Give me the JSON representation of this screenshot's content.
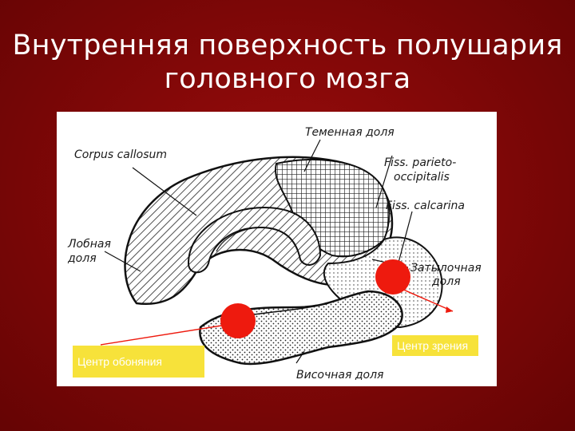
{
  "slide": {
    "title_line1": "Внутренняя поверхность полушария",
    "title_line2": "головного мозга"
  },
  "figure": {
    "labels": {
      "corpus_callosum": "Corpus callosum",
      "parietal_lobe": "Теменная доля",
      "fiss_parieto_1": "Fiss. parieto-",
      "fiss_parieto_2": "occipitalis",
      "fiss_calcarina": "Fiss. calcarina",
      "frontal_lobe_1": "Лобная",
      "frontal_lobe_2": "доля",
      "occipital_lobe_1": "Затылочная",
      "occipital_lobe_2": "доля",
      "temporal_lobe": "Височная доля"
    }
  },
  "callouts": {
    "smell_center": "Центр обоняния",
    "vision_center": "Центр зрения"
  },
  "colors": {
    "background": "#7d0707",
    "marker": "#ee1a0e",
    "callout": "#f7e23a"
  }
}
